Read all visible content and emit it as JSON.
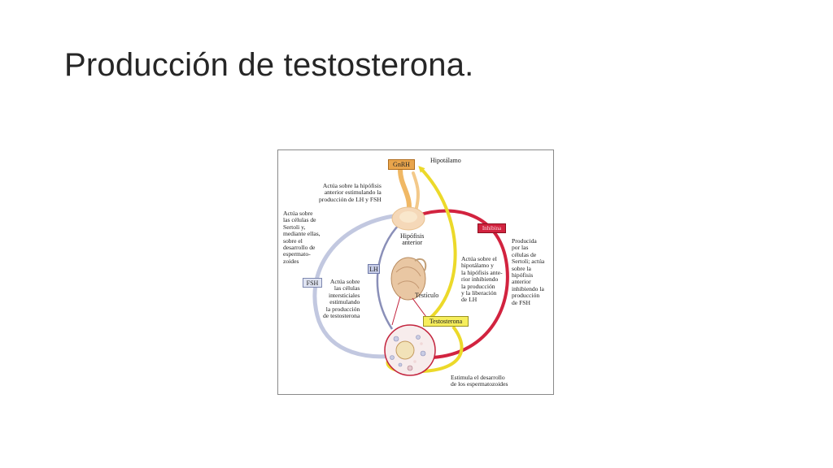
{
  "slide": {
    "title": "Producción de testosterona."
  },
  "diagram": {
    "tags": {
      "gnrh": "GnRH",
      "inhibina": "Inhibina",
      "lh": "LH",
      "fsh": "FSH",
      "testosterona": "Testosterona"
    },
    "labels": {
      "hipotalamo": "Hipotálamo",
      "gnrh_action": "Actúa sobre la hipófisis\nanterior estimulando la\nproducción de LH y FSH",
      "fsh_action": "Actúa sobre\nlas células de\nSertoli y,\nmediante ellas,\nsobre el\ndesarrollo de\nespermato-\nzoides",
      "hipofisis": "Hipófisis\nanterior",
      "inhibina_desc": "Producida\npor las\ncélulas de\nSertoli; actúa\nsobre la\nhipófisis\nanterior\ninhibiendo la\nproducción\nde FSH",
      "testo_action": "Actúa sobre el\nhipotálamo y\nla hipófisis ante-\nrior inhibiendo\nla producción\ny la liberación\nde LH",
      "lh_action": "Actúa sobre\nlas células\nintersticiales\nestimulando\nla producción\nde testosterona",
      "testiculo": "Testículo",
      "esperm_action": "Estimula el desarrollo\nde los espermatozoides"
    },
    "colors": {
      "gnrh_path": "#f0b865",
      "lh_path": "#8a8fb8",
      "fsh_path": "#c2c8e0",
      "inhibina_path": "#d2233f",
      "testosterona_path": "#ecd92a",
      "tissue": "#f5d8b8",
      "inset_border": "#c3243e"
    }
  }
}
